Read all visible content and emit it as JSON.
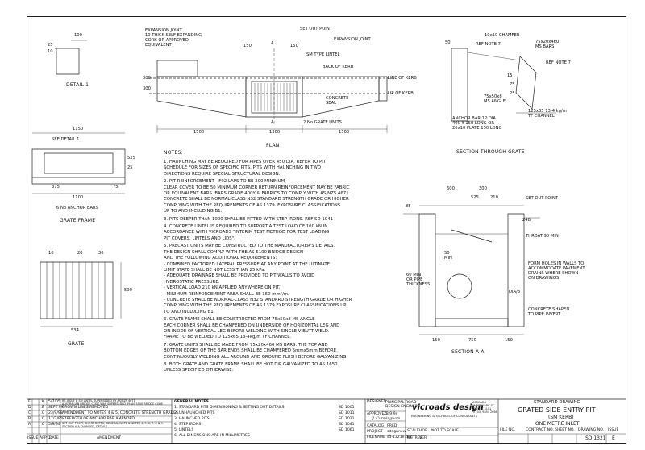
{
  "views": {
    "detail1": "DETAIL 1",
    "plan": "PLAN",
    "section_grate": "SECTION THROUGH GRATE",
    "grate_frame": "GRATE FRAME",
    "grate": "GRATE",
    "section_aa": "SECTION A-A"
  },
  "plan_labels": {
    "expansion_joint": "EXPANSION JOINT\n10 THICK SELF EXPANDING\nCORK OR APPROVED\nEQUIVALENT",
    "set_out_point": "SET OUT POINT",
    "expansion_joint2": "EXPANSION JOINT",
    "sm_lintel": "SM TYPE LINTEL",
    "back_kerb": "BACK OF KERB",
    "line_kerb": "LINE OF KERB",
    "lip_kerb": "LIP OF KERB",
    "concrete_seal": "CONCRETE\nSEAL",
    "no_grate": "2 No GRATE UNITS",
    "a_top": "A",
    "a_bot": "A",
    "d150a": "150",
    "d150b": "150",
    "d300a": "300",
    "d300b": "300",
    "d1500a": "1500",
    "d1300": "1300",
    "d1500b": "1500"
  },
  "detail1_labels": {
    "d100": "100",
    "d25": "25",
    "d10": "10"
  },
  "grate_frame_labels": {
    "d1150": "1150",
    "see_detail": "SEE DETAIL 1",
    "d525": "525",
    "d25": "25",
    "d375": "375",
    "d1100": "1100",
    "d75": "75",
    "anchor": "6 No ANCHOR BARS"
  },
  "grate_labels": {
    "d10": "10",
    "d20": "20",
    "d36": "36",
    "d500": "500",
    "d534": "534"
  },
  "section_grate_labels": {
    "chamfer": "10x10 CHAMFER",
    "d50": "50",
    "ref7a": "REF NOTE 7",
    "ms_bars": "75x20x460\nMS BARS",
    "ref7b": "REF NOTE 7",
    "d15": "15",
    "d75": "75",
    "d25": "25",
    "ms_angle": "75x50x8\nMS ANGLE",
    "channel": "125x65 13-4 kg/m\nTF CHANNEL",
    "anchor": "ANCHOR BAR 12 DIA\n400 Y 150 LONG OR\n20x10 PLATE 150 LONG"
  },
  "section_aa_labels": {
    "d600": "600",
    "d300": "300",
    "d525": "525",
    "d210": "210",
    "d85": "85",
    "set_out": "SET OUT POINT",
    "d248": "248",
    "throat": "THROAT 90 MIN",
    "form_holes": "FORM HOLES IN WALLS TO\nACCOMMODATE PAVEMENT\nDRAINS WHERE SHOWN\nON DRAWINGS",
    "d50min": "50\nMIN",
    "pipe_thick": "60 MIN\nOR PIPE\nTHICKNESS",
    "dia3": "DIA/3",
    "concrete_shaped": "CONCRETE SHAPED\nTO PIPE INVERT",
    "d150a": "150",
    "d750": "750",
    "d150b": "150"
  },
  "notes": {
    "heading": "NOTES:",
    "items": [
      "1. HAUNCHING MAY BE REQUIRED FOR PIPES OVER 450 DIA, REFER TO PIT\n    SCHEDULE FOR SIZES OF SPECIFIC PITS. PITS WITH HAUNCHING IN TWO\n    DIRECTIONS REQUIRE SPECIAL STRUCTURAL DESIGN.",
      "2. PIT REINFORCEMENT - F92 LAPS TO BE 300 MINIMUM\n    CLEAR COVER TO BE 50 MINIMUM CORNER RETURN REINFORCEMENT MAY BE FABRIC\n    OR EQUIVALENT BARS. BARS GRADE 400Y & FABRICS TO COMPLY WITH AS/NZS 4671\n    CONCRETE SHALL BE NORMAL-CLASS N32 STANDARD STRENGTH GRADE OR HIGHER\n    COMPLYING WITH THE REQUIREMENTS OF AS 1379. EXPOSURE CLASSIFICATIONS\n    UP TO AND INCLUDING B1.",
      "3. PITS DEEPER THAN 1000 SHALL BE FITTED WITH STEP IRONS. REF SD 1041",
      "4. CONCRETE LINTEL IS REQUIRED TO SUPPORT A TEST LOAD OF 100 kN IN\n    ACCORDANCE WITH VICROADS \"INTERIM TEST METHOD FOR TEST LOADING\n    PIT COVERS, LINTELS AND LIDS\".",
      "5. PRECAST UNITS MAY BE CONSTRUCTED TO THE MANUFACTURER'S DETAILS.\n    THE DESIGN SHALL COMPLY WITH THE AS 5100 BRIDGE DESIGN\n    AND THE FOLLOWING ADDITIONAL REQUIREMENTS:\n    - COMBINED FACTORED LATERAL PRESSURE AT ANY POINT AT THE ULTIMATE\n       LIMIT STATE SHALL BE NOT LESS THAN 25 kPa.\n    - ADEQUATE DRAINAGE SHALL BE PROVIDED TO PIT WALLS TO AVOID\n       HYDROSTATIC PRESSURE.\n    - VERTICAL LOAD 210 kN APPLIED ANYWHERE ON PIT.\n    - MINIMUM REINFORCEMENT AREA SHALL BE 150 mm²/m.\n    - CONCRETE SHALL BE NORMAL-CLASS N32 STANDARD STRENGTH GRADE OR HIGHER\n       COMPLYING WITH THE REQUIREMENTS OF AS 1379 EXPOSURE CLASSIFICATIONS UP\n       TO AND INCLUDING B1.",
      "6. GRATE FRAME SHALL BE CONSTRUCTED FROM 75x50x8 MS ANGLE\n    EACH CORNER SHALL BE CHAMFERED ON UNDERSIDE OF HORIZONTAL LEG AND\n    ON INSIDE OF VERTICAL LEG BEFORE WELDING WITH SINGLE V BUTT WELD.\n    FRAME TO BE WELDED TO 125x65 13-4kg/m TF CHANNEL.",
      "7. GRATE UNITS SHALL BE MADE FROM 75x20x460 MS BARS. THE TOP AND\n    BOTTOM EDGES OF THE BAR ENDS SHALL BE CHAMFERED 5mmx5mm BEFORE\n    CONTINUOUSLY WELDING ALL AROUND AND GROUND FLUSH BEFORE GALVANIZING",
      "8. BOTH GRATE AND GRATE FRAME SHALL BE HOT DIP GALVANIZED TO AS 1650\n    UNLESS SPECIFIED OTHERWISE."
    ]
  },
  "revisions": {
    "rows": [
      {
        "rev": "E",
        "by": "J.K",
        "date": "5/7/05",
        "desc": "RE-ISSUE & SM LINTEL SUPERSEDED BY AS/NZS 4671\nAUSTRALIAN BRIDGE CODE WAS SUPERSEDED BY: AS 5100 BRIDGE CODE"
      },
      {
        "rev": "D",
        "by": "J.B",
        "date": "SEPT'99",
        "desc": "CROWN LINES REMOVED"
      },
      {
        "rev": "C",
        "by": "J.C",
        "date": "23/9/98",
        "desc": "AMENDMENT TO NOTES 4 & 5, CONCRETE STRENGTH GRADES."
      },
      {
        "rev": "B",
        "by": "J.C",
        "date": "17/7/95",
        "desc": "STRENGTH OF ANCHOR BAR AMENDED."
      },
      {
        "rev": "A",
        "by": "J.C",
        "date": "5/9/94",
        "desc": "SET OUT POINT, SHORT DEPTH, GENERAL NOTE & NOTES 4, 5, 6, 7, 8 & 9.\nSECTION A-A CHANGED, DETAILS"
      }
    ],
    "headers": [
      "ISSUE",
      "APP'D",
      "DATE",
      "AMENDMENT"
    ]
  },
  "general_notes": {
    "heading": "GENERAL NOTES",
    "items": [
      {
        "text": "1. STANDARD PITS DIMENSIONING & SETTING OUT DETAILS",
        "ref": "SD 1001"
      },
      {
        "text": "2. UNHAUNCHED PITS",
        "ref": "SD 1011"
      },
      {
        "text": "3. HAUNCHED PITS",
        "ref": "SD 1021"
      },
      {
        "text": "4. STEP IRONS",
        "ref": "SD 1041"
      },
      {
        "text": "5. LINTELS",
        "ref": "SD 1061"
      },
      {
        "text": "6. ALL DIMENSIONS ARE IN MILLIMETRES",
        "ref": ""
      }
    ]
  },
  "title_block": {
    "designed_label": "DESIGNED",
    "designed": "PRINCIPAL ROAD\nDESIGN ENGINEER",
    "approved_label": "APPROVED",
    "approved_date": "23.9.94",
    "catalog_label": "CATALOG",
    "catalog": "PRED",
    "project_label": "PROJECT",
    "project": "sddgnnew",
    "filename_label": "FILENAME",
    "filename": "sd-1321e.dgn",
    "scale_label": "SCALE",
    "scale_h": "HOR",
    "scale_v": "VER",
    "scale_h2": "HOR",
    "metres": "METRES",
    "nts": "NOT TO SCALE",
    "company": "vicroads design",
    "company_sub": "ENGINEERING & TECHNOLOGY CONSULTANTS",
    "address": "VICROADS\n60 DENMARK ST\nKEW VIC 3101\nPh (03) 9854 2666",
    "std_drawing": "STANDARD DRAWING",
    "title1": "GRATED SIDE ENTRY PIT",
    "title2": "(SM KERB)",
    "title3": "ONE METRE INLET",
    "file_no": "FILE NO.",
    "contract_no": "CONTRACT NO.",
    "sheet_no": "SHEET NO.",
    "drawing_no": "DRAWING NO.",
    "issue": "ISSUE",
    "drawing_no_val": "SD 1321",
    "issue_val": "E",
    "side": "C",
    "sign": "J. Cunningham"
  }
}
